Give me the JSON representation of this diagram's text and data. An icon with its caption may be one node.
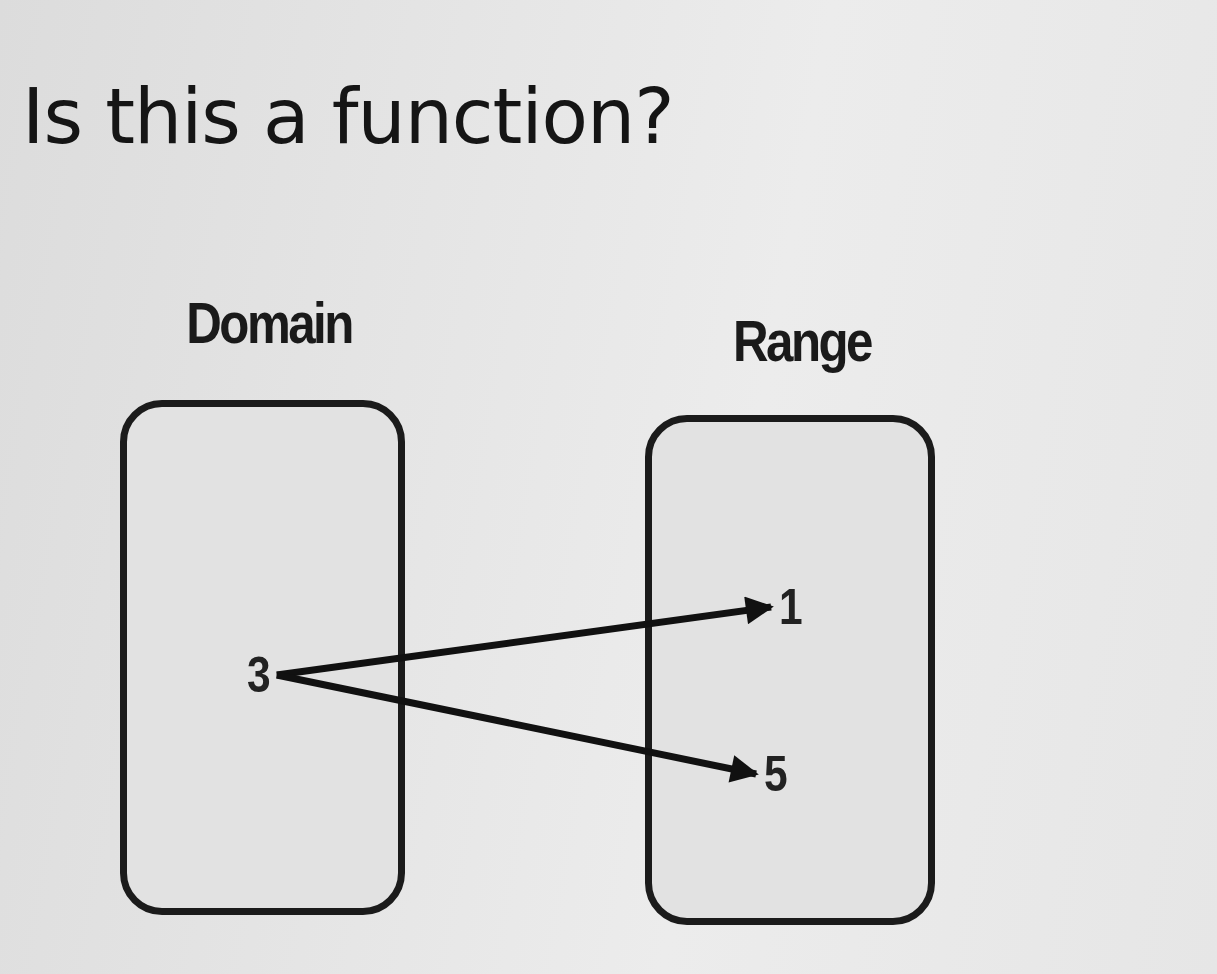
{
  "diagram": {
    "title": "Is this a function?",
    "nodes": [
      {
        "text": [
          "Domain"
        ]
      },
      {
        "text": [
          "Range"
        ]
      },
      {
        "text": [
          "3"
        ],
        "in": 0
      },
      {
        "text": [
          "1"
        ],
        "in": 1
      },
      {
        "text": [
          "5"
        ],
        "in": 1
      }
    ],
    "edges": [
      {
        "from": 2,
        "to": 3,
        "arrow": "to"
      },
      {
        "from": 2,
        "to": 4,
        "arrow": "to"
      }
    ]
  }
}
